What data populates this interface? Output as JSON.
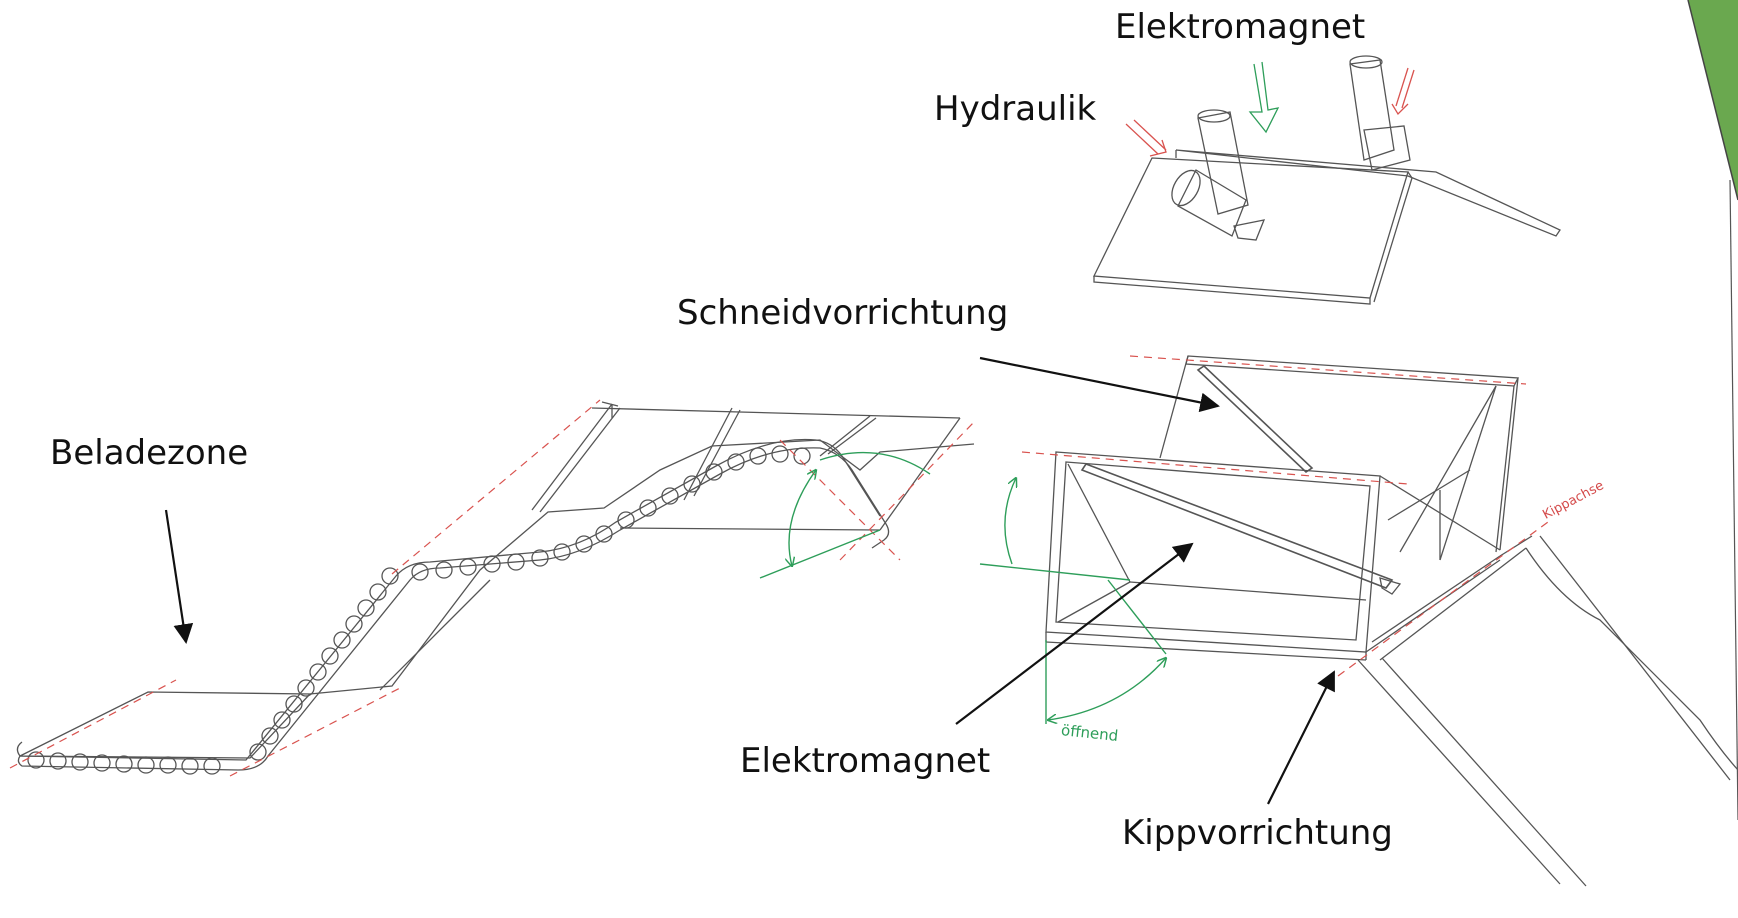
{
  "labels": {
    "elektromagnet_top": "Elektromagnet",
    "hydraulik": "Hydraulik",
    "schneidvorrichtung": "Schneidvorrichtung",
    "beladezone": "Beladezone",
    "elektromagnet_bottom": "Elektromagnet",
    "kippvorrichtung": "Kippvorrichtung"
  },
  "annotations": {
    "oeffnend": "öffnend",
    "kippachse": "Kippachse"
  },
  "colors": {
    "pencil": "#555555",
    "label_arrow": "#111111",
    "axis_red": "#d9534f",
    "rotation_green": "#2e9e5a",
    "slide_accent": "#6aa84f"
  }
}
